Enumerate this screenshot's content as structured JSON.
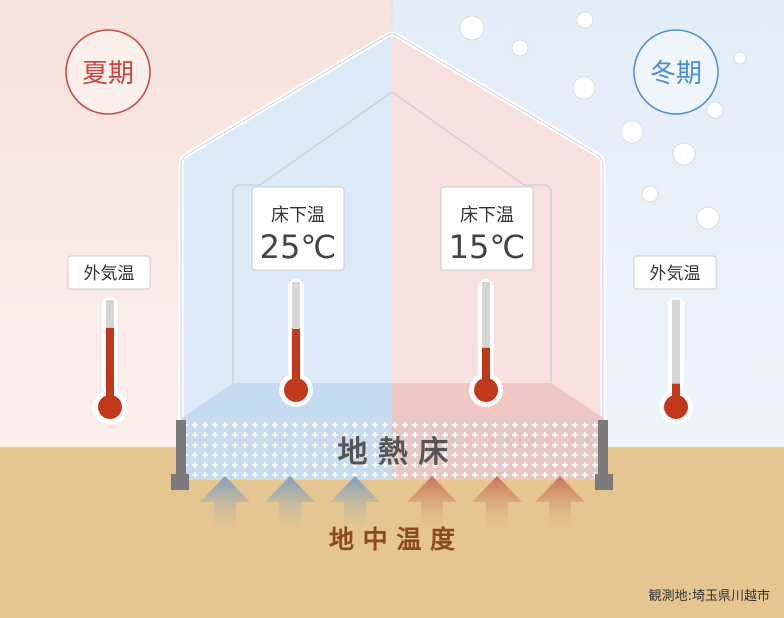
{
  "summer": {
    "label": "夏期",
    "color": "#c9463e"
  },
  "winter": {
    "label": "冬期",
    "color": "#4a8fd0"
  },
  "outside_left": {
    "label": "外気温",
    "level": 0.7
  },
  "outside_right": {
    "label": "外気温",
    "level": 0.1
  },
  "underfloor_left": {
    "label": "床下温",
    "value": "25℃",
    "level": 0.5
  },
  "underfloor_right": {
    "label": "床下温",
    "value": "15℃",
    "level": 0.3
  },
  "floor_label": "地 熱 床",
  "ground_label": "地 中 温 度",
  "location": "観測地:埼玉県川越市"
}
